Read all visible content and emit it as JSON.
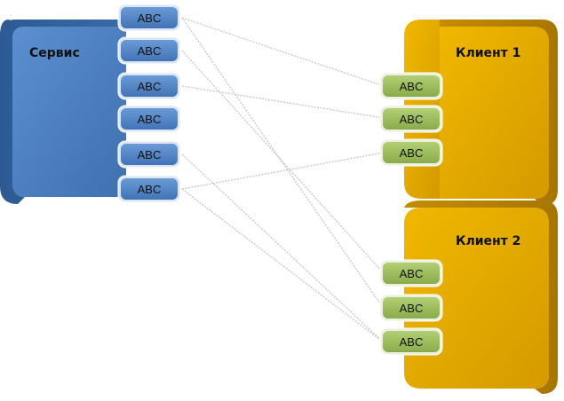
{
  "service": {
    "title": "Сервис",
    "endpoints": [
      "ABC",
      "ABC",
      "ABC",
      "ABC",
      "ABC",
      "ABC"
    ]
  },
  "clients": [
    {
      "title": "Клиент 1",
      "endpoints": [
        "ABC",
        "ABC",
        "ABC"
      ]
    },
    {
      "title": "Клиент 2",
      "endpoints": [
        "ABC",
        "ABC",
        "ABC"
      ]
    }
  ],
  "colors": {
    "service_block": "#4f81bd",
    "client_block": "#e0a800",
    "service_endpoint": "#4f81bd",
    "client_endpoint": "#9bbb59",
    "connector": "#c8c8c8"
  }
}
